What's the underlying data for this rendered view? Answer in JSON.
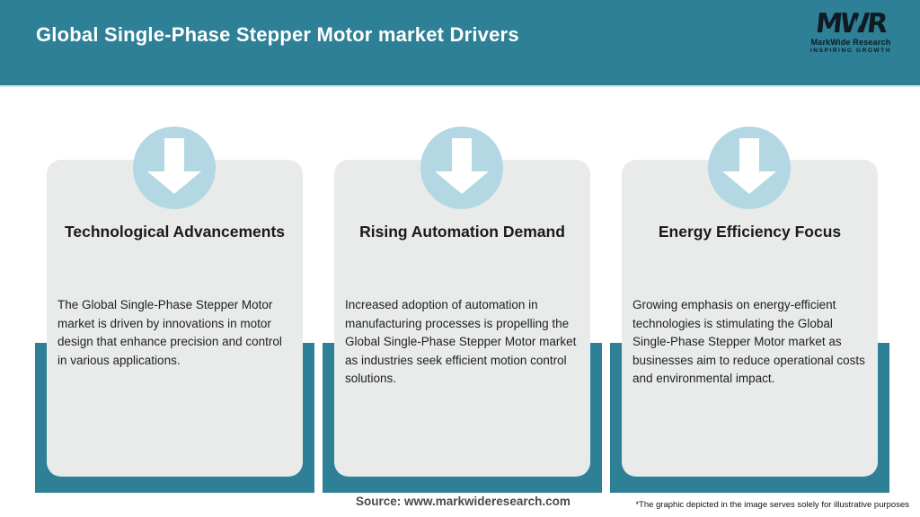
{
  "header": {
    "title": "Global Single-Phase Stepper Motor market Drivers",
    "logo": {
      "acronym": "MWR",
      "company": "MarkWide Research",
      "tagline": "INSPIRING GROWTH"
    }
  },
  "cards": [
    {
      "icon": "down-arrow-icon",
      "title": "Technological Advancements",
      "body": "The Global Single-Phase Stepper Motor market is driven by innovations in motor design that enhance precision and control in various applications."
    },
    {
      "icon": "down-arrow-icon",
      "title": "Rising Automation Demand",
      "body": "Increased adoption of automation in manufacturing processes is propelling the Global Single-Phase Stepper Motor market as industries seek efficient motion control solutions."
    },
    {
      "icon": "down-arrow-icon",
      "title": "Energy Efficiency Focus",
      "body": "Growing emphasis on energy-efficient technologies is stimulating the Global Single-Phase Stepper Motor market as businesses aim to reduce operational costs and environmental impact."
    }
  ],
  "footer": {
    "source": "Source: www.markwideresearch.com",
    "disclaimer": "*The graphic depicted in the image serves solely for illustrative purposes"
  },
  "colors": {
    "teal": "#2E8096",
    "light_blue": "#B3D8E3",
    "card_bg": "#E9EBEB"
  }
}
